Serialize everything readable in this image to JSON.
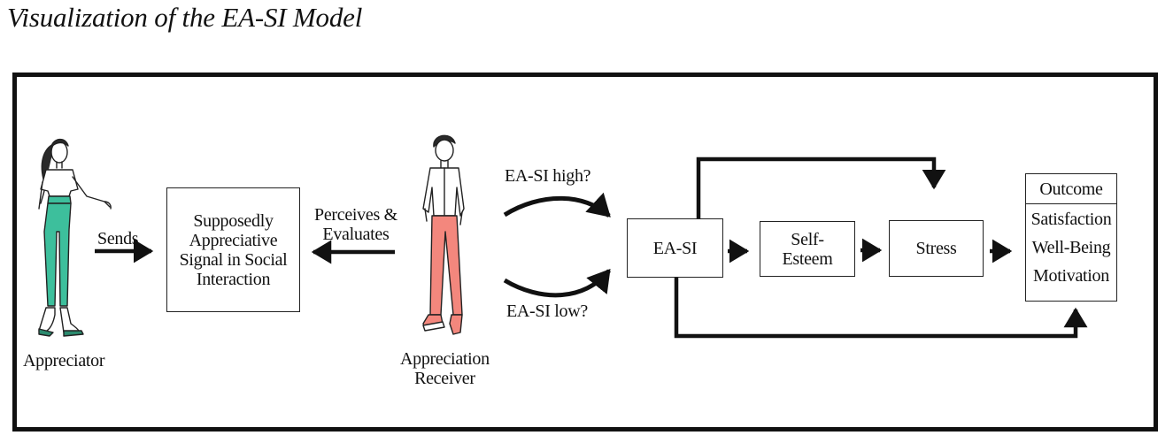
{
  "title": "Visualization of the EA-SI Model",
  "actors": {
    "appreciator": "Appreciator",
    "receiver": "Appreciation\nReceiver"
  },
  "labels": {
    "sends": "Sends",
    "perceives": "Perceives &\nEvaluates",
    "high": "EA-SI high?",
    "low": "EA-SI low?"
  },
  "boxes": {
    "signal": "Supposedly\nAppreciative\nSignal in Social\nInteraction",
    "easi": "EA-SI",
    "self_esteem": "Self-\nEsteem",
    "stress": "Stress",
    "outcome": {
      "header": "Outcome",
      "items": [
        "Satisfaction",
        "Well-Being",
        "Motivation"
      ]
    }
  },
  "colors": {
    "line": "#111111",
    "appreciator_pants": "#3dbf9c",
    "receiver_pants": "#f3877d"
  }
}
